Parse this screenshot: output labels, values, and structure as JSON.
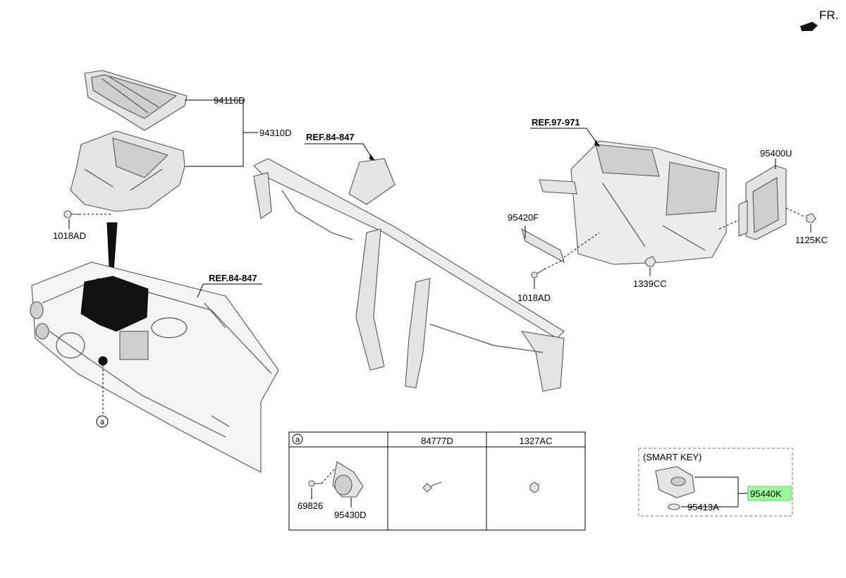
{
  "direction": {
    "label": "FR."
  },
  "refs": {
    "ref_top": "REF.84-847",
    "ref_dash": "REF.84-847",
    "ref_hvac": "REF.97-971"
  },
  "parts": {
    "p94116D": "94116D",
    "p94310D": "94310D",
    "p1018AD_left": "1018AD",
    "p95420F": "95420F",
    "p1018AD_mid": "1018AD",
    "p1339CC": "1339CC",
    "p95400U": "95400U",
    "p1125KC": "1125KC"
  },
  "detail_table": {
    "col_a": "a",
    "col_2": "84777D",
    "col_3": "1327AC",
    "p69826": "69826",
    "p95430D": "95430D"
  },
  "callout_a": "a",
  "smart_key": {
    "title": "(SMART KEY)",
    "p95440K": "95440K",
    "p95413A": "95413A",
    "highlight_color": "#99ff99"
  }
}
